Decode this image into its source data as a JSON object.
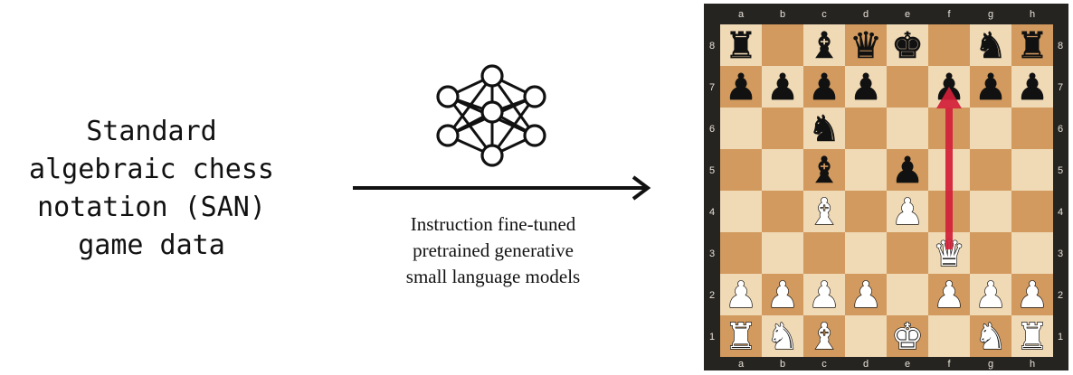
{
  "left_label": {
    "lines": [
      "Standard",
      "algebraic chess",
      "notation (SAN)",
      "game data"
    ]
  },
  "caption": {
    "lines": [
      "Instruction fine-tuned",
      "pretrained generative",
      "small language models"
    ]
  },
  "board": {
    "files": [
      "a",
      "b",
      "c",
      "d",
      "e",
      "f",
      "g",
      "h"
    ],
    "ranks": [
      "8",
      "7",
      "6",
      "5",
      "4",
      "3",
      "2",
      "1"
    ],
    "light_square_color": "#f0d9b5",
    "dark_square_color": "#d29a5e",
    "frame_color": "#262421",
    "arrow_color": "#d3203a",
    "pieces": [
      {
        "square": "a8",
        "piece": "black-rook"
      },
      {
        "square": "c8",
        "piece": "black-bishop"
      },
      {
        "square": "d8",
        "piece": "black-queen"
      },
      {
        "square": "e8",
        "piece": "black-king"
      },
      {
        "square": "g8",
        "piece": "black-knight"
      },
      {
        "square": "h8",
        "piece": "black-rook"
      },
      {
        "square": "a7",
        "piece": "black-pawn"
      },
      {
        "square": "b7",
        "piece": "black-pawn"
      },
      {
        "square": "c7",
        "piece": "black-pawn"
      },
      {
        "square": "d7",
        "piece": "black-pawn"
      },
      {
        "square": "f7",
        "piece": "black-pawn"
      },
      {
        "square": "g7",
        "piece": "black-pawn"
      },
      {
        "square": "h7",
        "piece": "black-pawn"
      },
      {
        "square": "c6",
        "piece": "black-knight"
      },
      {
        "square": "c5",
        "piece": "black-bishop"
      },
      {
        "square": "e5",
        "piece": "black-pawn"
      },
      {
        "square": "c4",
        "piece": "white-bishop"
      },
      {
        "square": "e4",
        "piece": "white-pawn"
      },
      {
        "square": "f3",
        "piece": "white-queen"
      },
      {
        "square": "a2",
        "piece": "white-pawn"
      },
      {
        "square": "b2",
        "piece": "white-pawn"
      },
      {
        "square": "c2",
        "piece": "white-pawn"
      },
      {
        "square": "d2",
        "piece": "white-pawn"
      },
      {
        "square": "f2",
        "piece": "white-pawn"
      },
      {
        "square": "g2",
        "piece": "white-pawn"
      },
      {
        "square": "h2",
        "piece": "white-pawn"
      },
      {
        "square": "a1",
        "piece": "white-rook"
      },
      {
        "square": "b1",
        "piece": "white-knight"
      },
      {
        "square": "c1",
        "piece": "white-bishop"
      },
      {
        "square": "e1",
        "piece": "white-king"
      },
      {
        "square": "g1",
        "piece": "white-knight"
      },
      {
        "square": "h1",
        "piece": "white-rook"
      }
    ],
    "move_arrow": {
      "from": "f3",
      "to": "f7"
    }
  }
}
